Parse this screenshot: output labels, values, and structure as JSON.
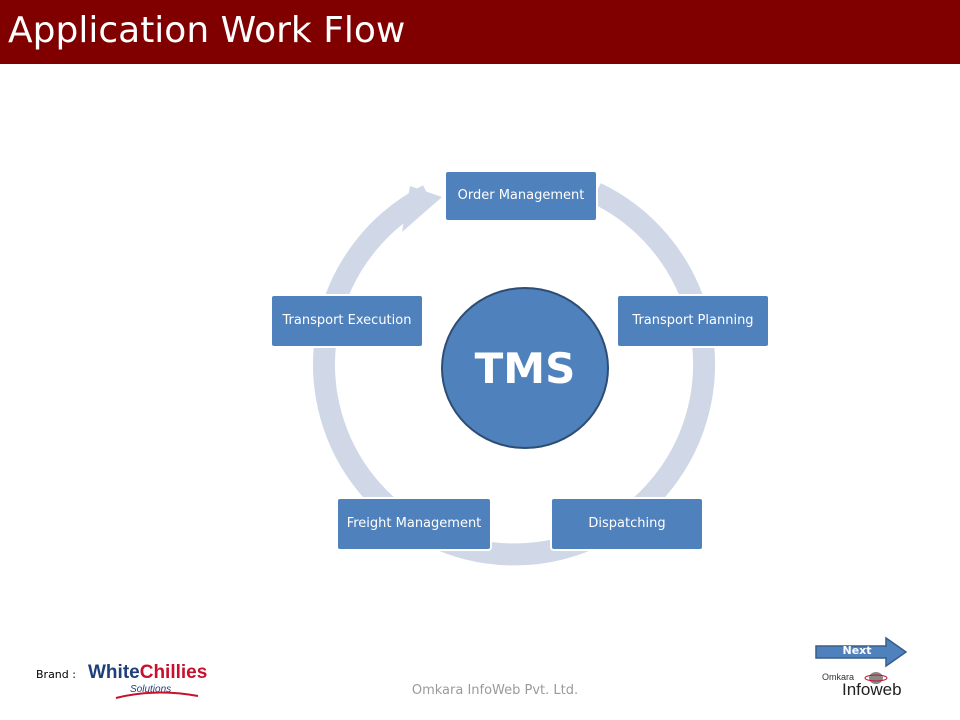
{
  "header": {
    "title": "Application Work Flow"
  },
  "diagram": {
    "center_label": "TMS",
    "nodes": [
      {
        "label": "Order Management"
      },
      {
        "label": "Transport Planning"
      },
      {
        "label": "Dispatching"
      },
      {
        "label": "Freight Management"
      },
      {
        "label": "Transport Execution"
      }
    ],
    "colors": {
      "node_fill": "#4f81bd",
      "ring": "#d0d8e8",
      "center_border": "#2e4d74"
    }
  },
  "footer": {
    "brand_label": "Brand :",
    "brand_name_part1": "White",
    "brand_name_part2": "Chillies",
    "brand_sub": "Solutions",
    "company": "Omkara InfoWeb Pvt. Ltd.",
    "next_label": "Next",
    "logo_small": "Omkara",
    "logo_main": "Infoweb"
  },
  "colors": {
    "title_bar": "#800000"
  }
}
